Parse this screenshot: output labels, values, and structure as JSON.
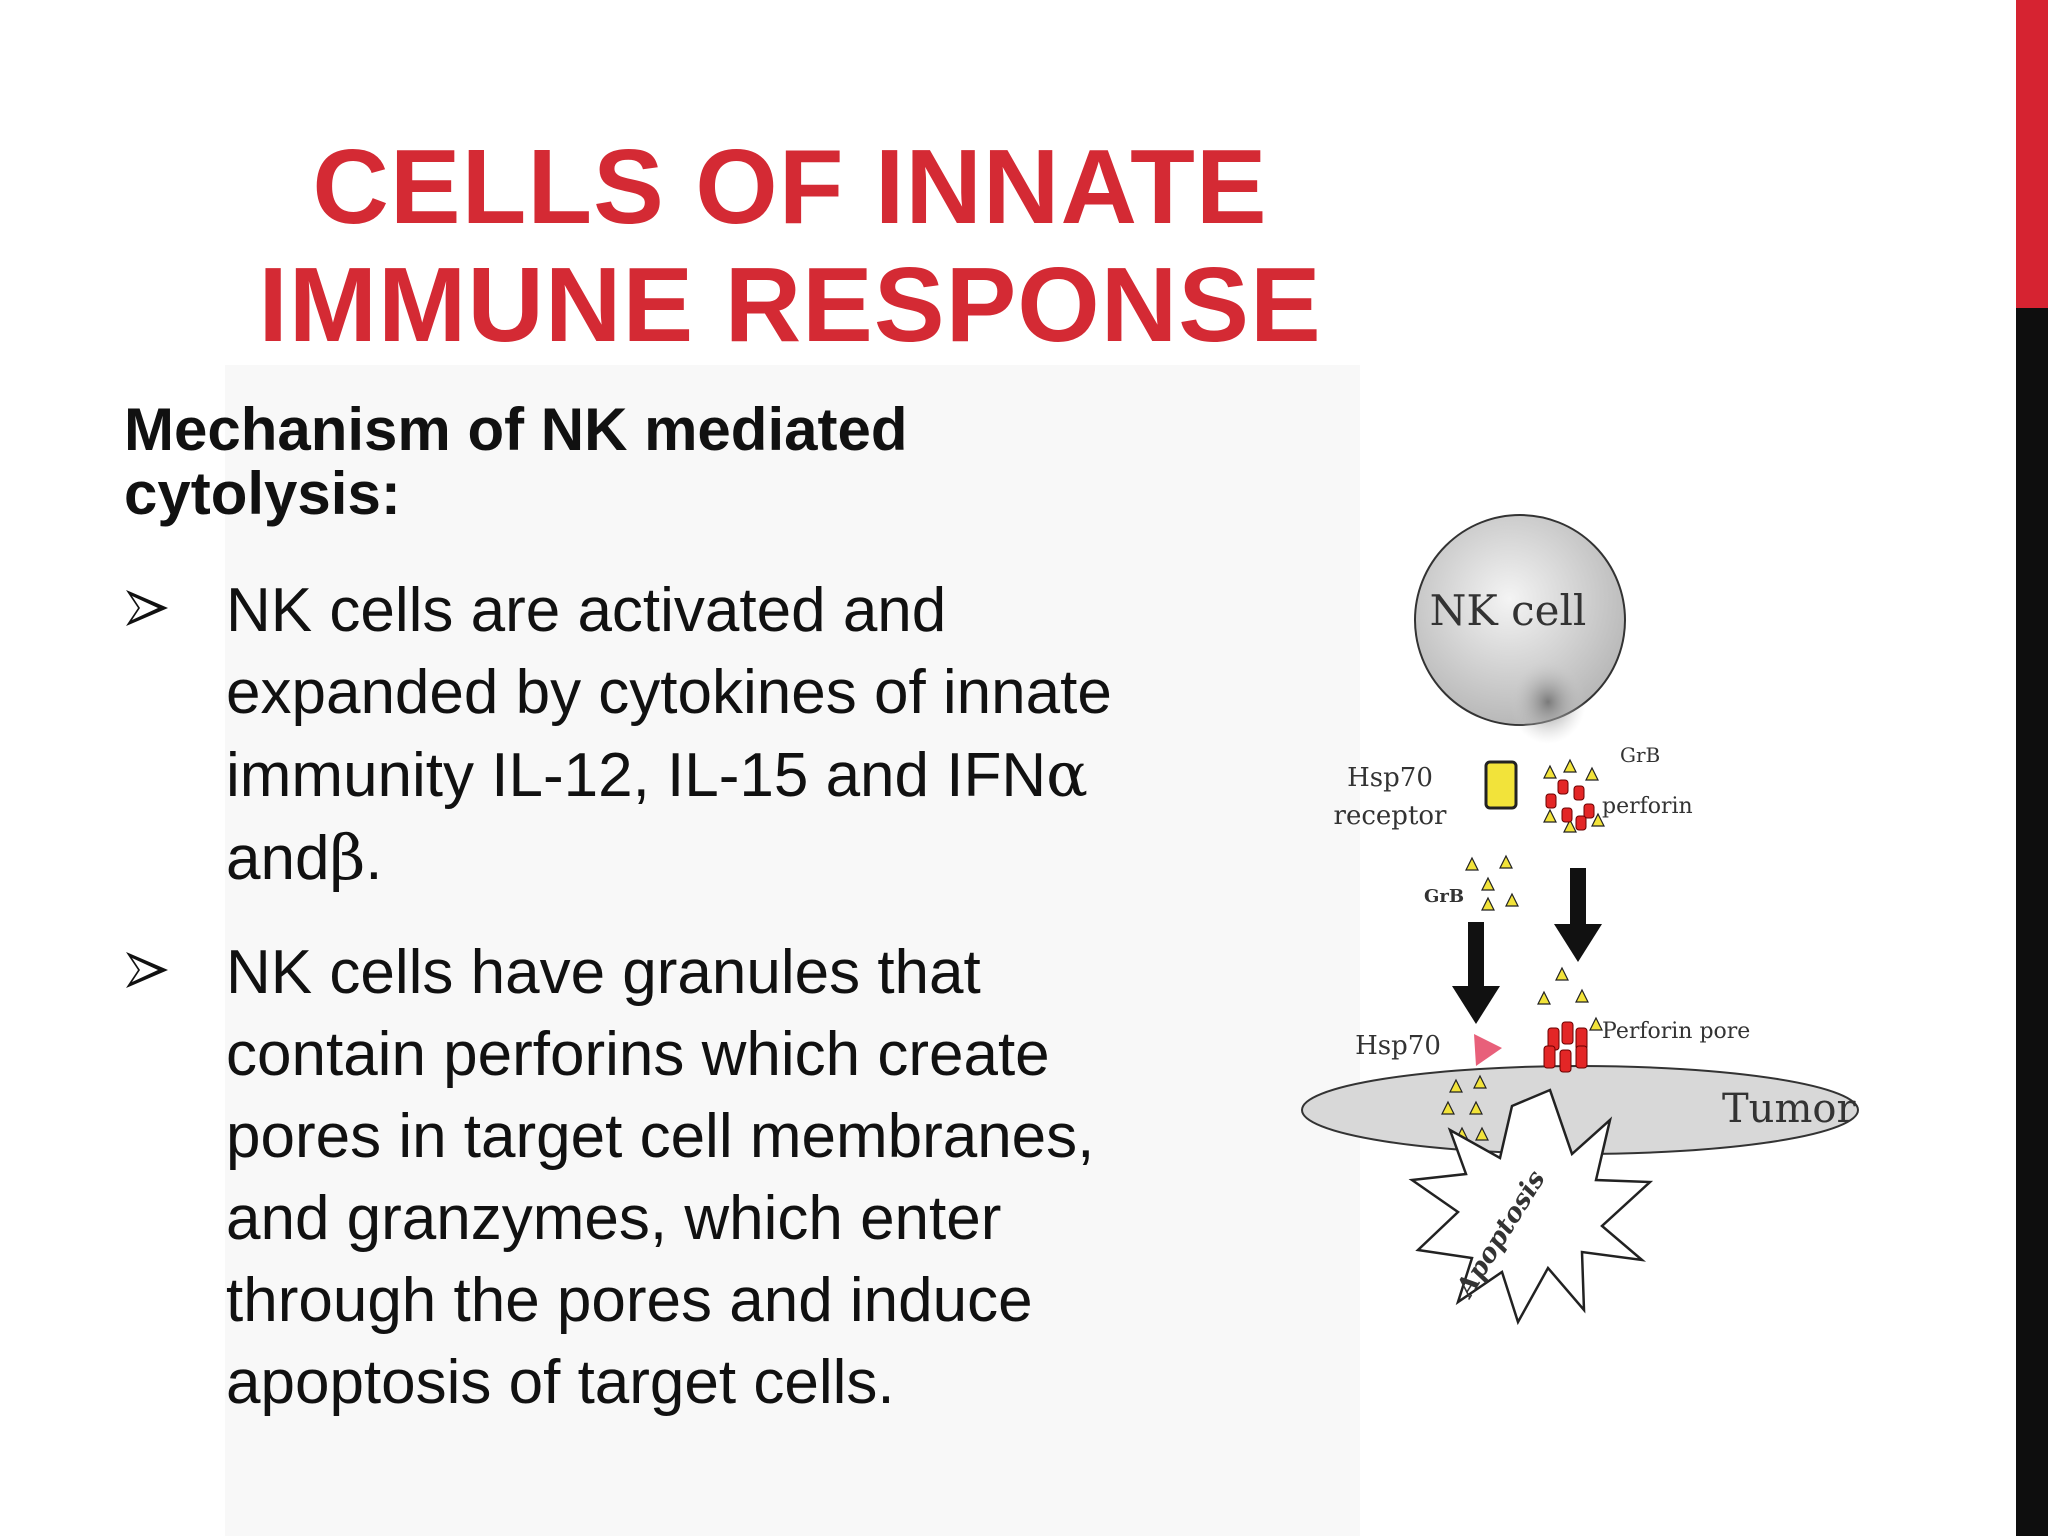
{
  "title": {
    "line1": "CELLS OF INNATE",
    "line2": "IMMUNE RESPONSE"
  },
  "subtitle": {
    "line1": "Mechanism of NK mediated",
    "line2": "cytolysis:"
  },
  "bullets": [
    {
      "icon": "arrowhead-bullet-icon",
      "lines": [
        "NK cells are activated and",
        "expanded by cytokines of innate",
        "immunity IL-12, IL-15 and IFN",
        "and"
      ],
      "symbols": [
        "α",
        "β"
      ],
      "end": "."
    },
    {
      "icon": "arrowhead-bullet-icon",
      "lines": [
        "NK cells have granules that",
        "contain perforins which create",
        "pores in target cell membranes,",
        "and granzymes, which enter",
        "through the pores and induce",
        "apoptosis of target cells."
      ]
    }
  ],
  "diagram": {
    "nk_cell": "NK cell",
    "hsp70_label": "Hsp70",
    "receptor_label": "receptor",
    "grb_top": "GrB",
    "perforin_label": "perforin",
    "grb_left": "GrB",
    "hsp70_bottom": "Hsp70",
    "perforin_pore": "Perforin pore",
    "tumor": "Tumor",
    "apoptosis": "Apoptosis"
  },
  "colors": {
    "title_red": "#d42a34",
    "accent_red": "#d62331",
    "accent_black": "#0e0e0e",
    "granzyme_yellow": "#f2e33a",
    "perforin_red": "#e32626",
    "hsp70_pink": "#e8607a"
  }
}
